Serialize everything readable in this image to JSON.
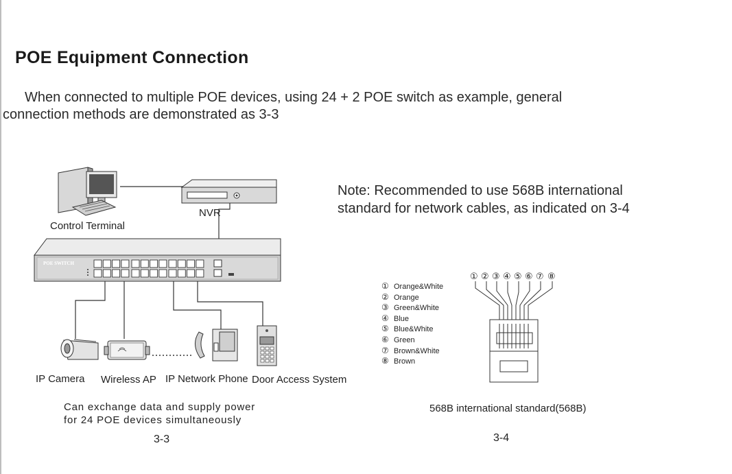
{
  "page": {
    "title": "POE Equipment Connection",
    "intro_line1": "When connected to multiple POE devices, using 24 + 2 POE switch as example, general",
    "intro_line2": "connection methods are demonstrated as 3-3",
    "note_line1": "Note: Recommended to use 568B international",
    "note_line2": "standard for network cables, as indicated on 3-4"
  },
  "diagram_3_3": {
    "labels": {
      "control_terminal": "Control Terminal",
      "nvr": "NVR",
      "switch_brand": "POE SWITCH",
      "ip_camera": "IP Camera",
      "wireless_ap": "Wireless AP",
      "ip_network_phone": "IP Network Phone",
      "door_access": "Door Access System"
    },
    "caption_line1": "Can exchange data and supply power",
    "caption_line2": "for 24 POE devices simultaneously",
    "figure_number": "3-3"
  },
  "diagram_3_4": {
    "pin_numbers": [
      "①",
      "②",
      "③",
      "④",
      "⑤",
      "⑥",
      "⑦",
      "⑧"
    ],
    "wires": [
      {
        "num": "①",
        "color": "Orange&White"
      },
      {
        "num": "②",
        "color": "Orange"
      },
      {
        "num": "③",
        "color": "Green&White"
      },
      {
        "num": "④",
        "color": "Blue"
      },
      {
        "num": "⑤",
        "color": "Blue&White"
      },
      {
        "num": "⑥",
        "color": "Green"
      },
      {
        "num": "⑦",
        "color": "Brown&White"
      },
      {
        "num": "⑧",
        "color": "Brown"
      }
    ],
    "standard_label": "568B international standard(568B)",
    "figure_number": "3-4"
  },
  "colors": {
    "text": "#222222",
    "device_fill": "#e6e6e6",
    "device_dark": "#777777"
  }
}
